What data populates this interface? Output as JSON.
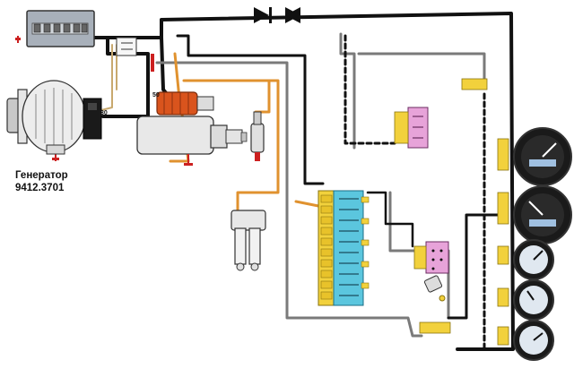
{
  "caption": {
    "line1": "Генератор",
    "line2": "9412.3701"
  },
  "terminals": {
    "alt_b_plus": "30",
    "starter_50": "50"
  },
  "colors": {
    "black": "#111111",
    "gray": "#7a7a7a",
    "orange": "#e0922f",
    "yellow": "#f2d13c",
    "cyan": "#5bc6de",
    "pink": "#e7a3d9",
    "red": "#cc2020",
    "starter_coil": "#d9541d"
  }
}
